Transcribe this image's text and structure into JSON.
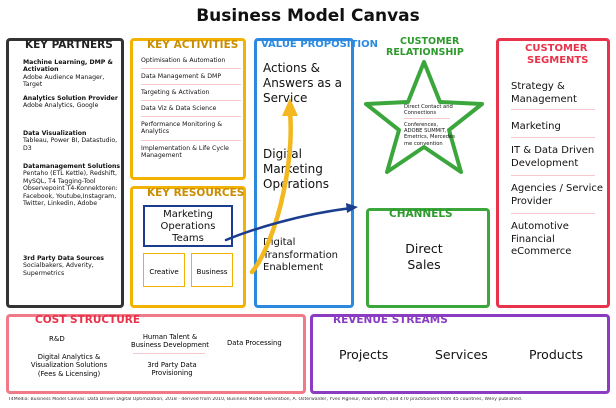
{
  "title": "Business Model Canvas",
  "colors": {
    "partners": "#333333",
    "activities": "#f2b200",
    "value": "#2b8ae0",
    "relationship": "#3ba63b",
    "segments": "#e8334a",
    "cost": "#f07a87",
    "revenue": "#8a3cc2",
    "arrow": "#f3b71f",
    "resources_box": "#1a3d8f"
  },
  "key_partners": {
    "header": "KEY PARTNERS",
    "groups": [
      {
        "title": "Machine Learning, DMP & Activation",
        "body": "Adobe Audience Manager, Target"
      },
      {
        "title": "Analytics Solution Provider",
        "body": "Adobe Analytics, Google"
      },
      {
        "title": "Data Visualization",
        "body": "Tableau, Power BI, Datastudio, D3"
      },
      {
        "title": "Datamanagement Solutions",
        "body": "Pentaho (ETL Kettle), Redshift, MySQL, T4 Tagging-Tool Observepoint T4-Konnektoren: Facebook, Youtube,Instagram, Twitter, Linkedin, Adobe"
      },
      {
        "title": "3rd Party Data Sources",
        "body": "Socialbakers, Adverity, Supermetrics"
      }
    ]
  },
  "key_activities": {
    "header": "KEY ACTIVITIES",
    "items": [
      "Optimisation & Automation",
      "Data Management & DMP",
      "Targeting & Activation",
      "Data Viz & Data Science",
      "Performance Monitoring & Analytics",
      "Implementation & Life Cycle Management"
    ]
  },
  "key_resources": {
    "header": "KEY RESOURCES",
    "main": "Marketing Operations Teams",
    "left": "Creative",
    "right": "Business"
  },
  "value_proposition": {
    "header": "VALUE PROPOSITION",
    "item1": "Actions & Answers as a Service",
    "item2": "Digital Marketing Operations",
    "item3": "Digital Transformation Enablement"
  },
  "customer_relationship": {
    "header_line1": "CUSTOMER",
    "header_line2": "RELATIONSHIP",
    "line1": "Direct Contact and Connections",
    "line2": "Conferences, ADOBE SUMMIT, Emetrics, Mercedes me convention"
  },
  "channels": {
    "header": "CHANNELS",
    "body": "Direct Sales"
  },
  "customer_segments": {
    "header_line1": "CUSTOMER",
    "header_line2": "SEGMENTS",
    "items": [
      "Strategy & Management",
      "Marketing",
      "IT & Data Driven Development",
      "Agencies / Service Provider",
      "Automotive Financial eCommerce"
    ]
  },
  "cost_structure": {
    "header": "COST STRUCTURE",
    "items": [
      "R&D",
      "Digital Analytics & Visualization Solutions (Fees & Licensing)",
      "Human Talent & Business Development",
      "3rd Party Data Provisioning",
      "Data Processing"
    ]
  },
  "revenue_streams": {
    "header": "REVENUE STREAMS",
    "items": [
      "Projects",
      "Services",
      "Products"
    ]
  },
  "footer": "T4Media: Business Model Canvas: Data Driven Digital Optimization, 2018 - derived from 2010, Business Model Generation, A. Osterwalder, Yves Pigneur, Alan Smith, and 470 practitioners from 45 countries, Wiley published."
}
